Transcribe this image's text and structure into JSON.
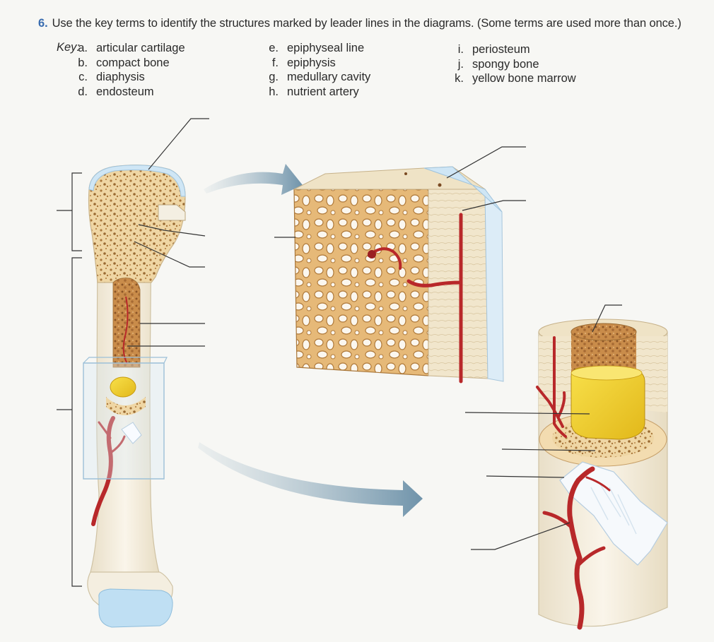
{
  "question": {
    "number": "6.",
    "text": "Use the key terms to identify the structures marked by leader lines in the diagrams. (Some terms are used more than once.)"
  },
  "key": {
    "label": "Key:",
    "columns": [
      [
        {
          "letter": "a.",
          "term": "articular cartilage"
        },
        {
          "letter": "b.",
          "term": "compact bone"
        },
        {
          "letter": "c.",
          "term": "diaphysis"
        },
        {
          "letter": "d.",
          "term": "endosteum"
        }
      ],
      [
        {
          "letter": "e.",
          "term": "epiphyseal line"
        },
        {
          "letter": "f.",
          "term": "epiphysis"
        },
        {
          "letter": "g.",
          "term": "medullary cavity"
        },
        {
          "letter": "h.",
          "term": "nutrient artery"
        }
      ],
      [
        {
          "letter": "i.",
          "term": "periosteum"
        },
        {
          "letter": "j.",
          "term": "spongy bone"
        },
        {
          "letter": "k.",
          "term": "yellow bone marrow"
        }
      ]
    ]
  },
  "colors": {
    "bone": "#f3ecd9",
    "spongy": "#e8c48a",
    "spongy_dark": "#9a6a32",
    "cartilage": "#cfe6f5",
    "marrow_yellow": "#f2d22c",
    "artery": "#b8282a",
    "arrow": "#7a9bb0"
  }
}
